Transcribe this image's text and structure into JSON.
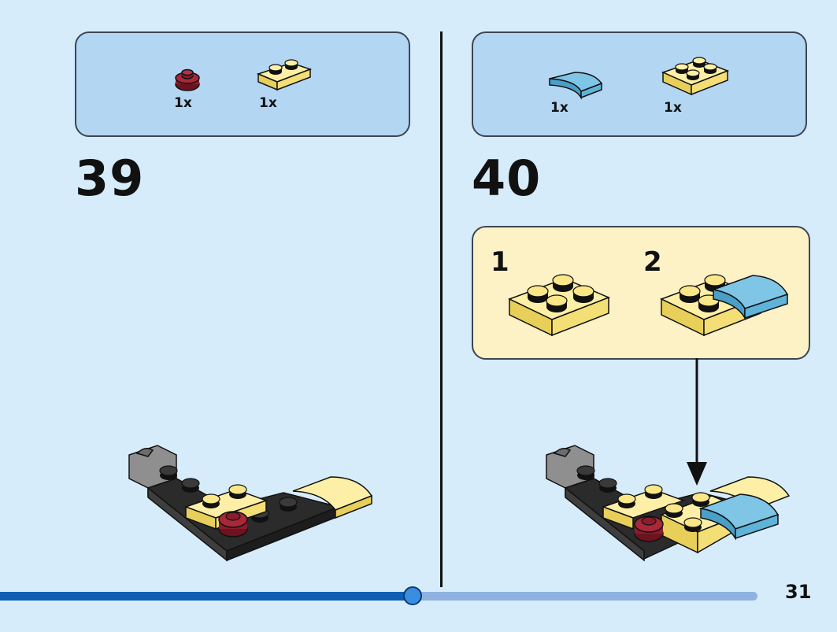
{
  "step39": {
    "number": "39",
    "parts": [
      {
        "name": "round plate 1x1",
        "color": "#8a1c2b",
        "qty": "1x"
      },
      {
        "name": "plate 1x2",
        "color": "#fbe788",
        "qty": "1x"
      }
    ]
  },
  "step40": {
    "number": "40",
    "parts": [
      {
        "name": "curved slope",
        "color": "#5fb3d9",
        "qty": "1x"
      },
      {
        "name": "plate 2x2",
        "color": "#fbe788",
        "qty": "1x"
      }
    ],
    "substeps": [
      {
        "number": "1"
      },
      {
        "number": "2"
      }
    ]
  },
  "footer": {
    "page_number": "31",
    "progress": 0.545
  },
  "colors": {
    "background": "#d6ecfb",
    "parts_box": "#b3d6f3",
    "substep_box": "#fdf1c6",
    "yellow": "#fbe788",
    "dark_red": "#8a1c2b",
    "medium_azure": "#5fb3d9",
    "black": "#2b2b2b",
    "gray": "#8f8f8f",
    "progress_fill": "#0e5fb3"
  }
}
